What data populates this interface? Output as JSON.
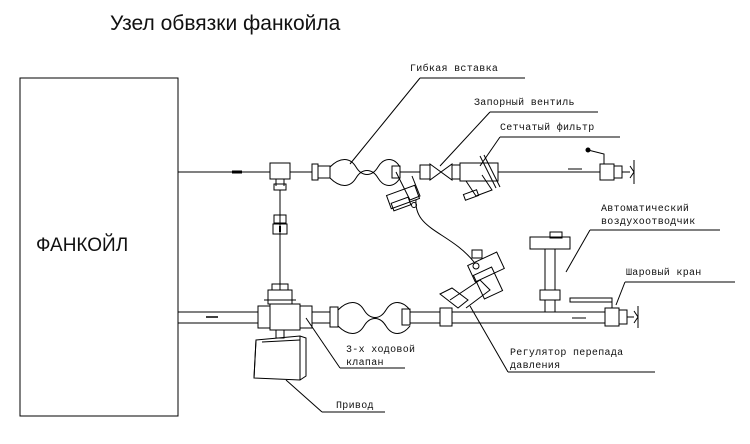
{
  "title": "Узел обвязки фанкойла",
  "fancoil": {
    "label": "ФАНКОЙЛ"
  },
  "labels": {
    "flex_insert": "Гибкая вставка",
    "shutoff_valve": "Запорный вентиль",
    "strainer": "Сетчатый фильтр",
    "air_vent_line1": "Автоматический",
    "air_vent_line2": "воздухоотводчик",
    "ball_valve": "Шаровый кран",
    "three_way_line1": "3-х ходовой",
    "three_way_line2": "клапан",
    "pressure_regulator_line1": "Регулятор перепада",
    "pressure_regulator_line2": "давления",
    "actuator": "Привод"
  }
}
